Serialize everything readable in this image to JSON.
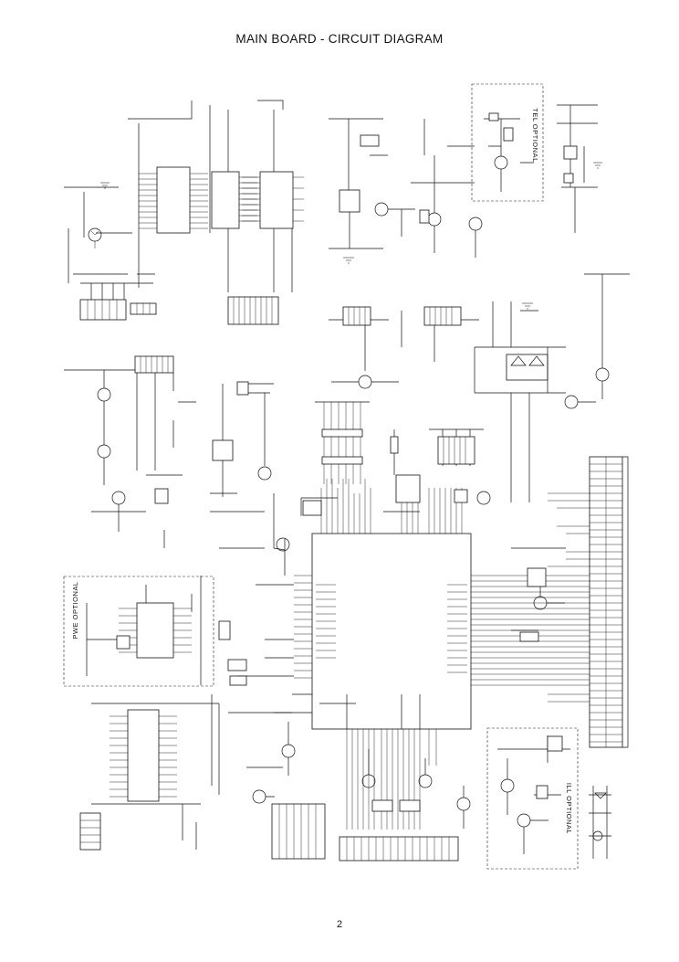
{
  "document": {
    "title": "MAIN BOARD - CIRCUIT DIAGRAM",
    "page_number": "2"
  },
  "optional_blocks": {
    "tel": "TEL OPTIONAL",
    "pwe": "PWE OPTIONAL",
    "ill": "ILL OPTIONAL"
  }
}
